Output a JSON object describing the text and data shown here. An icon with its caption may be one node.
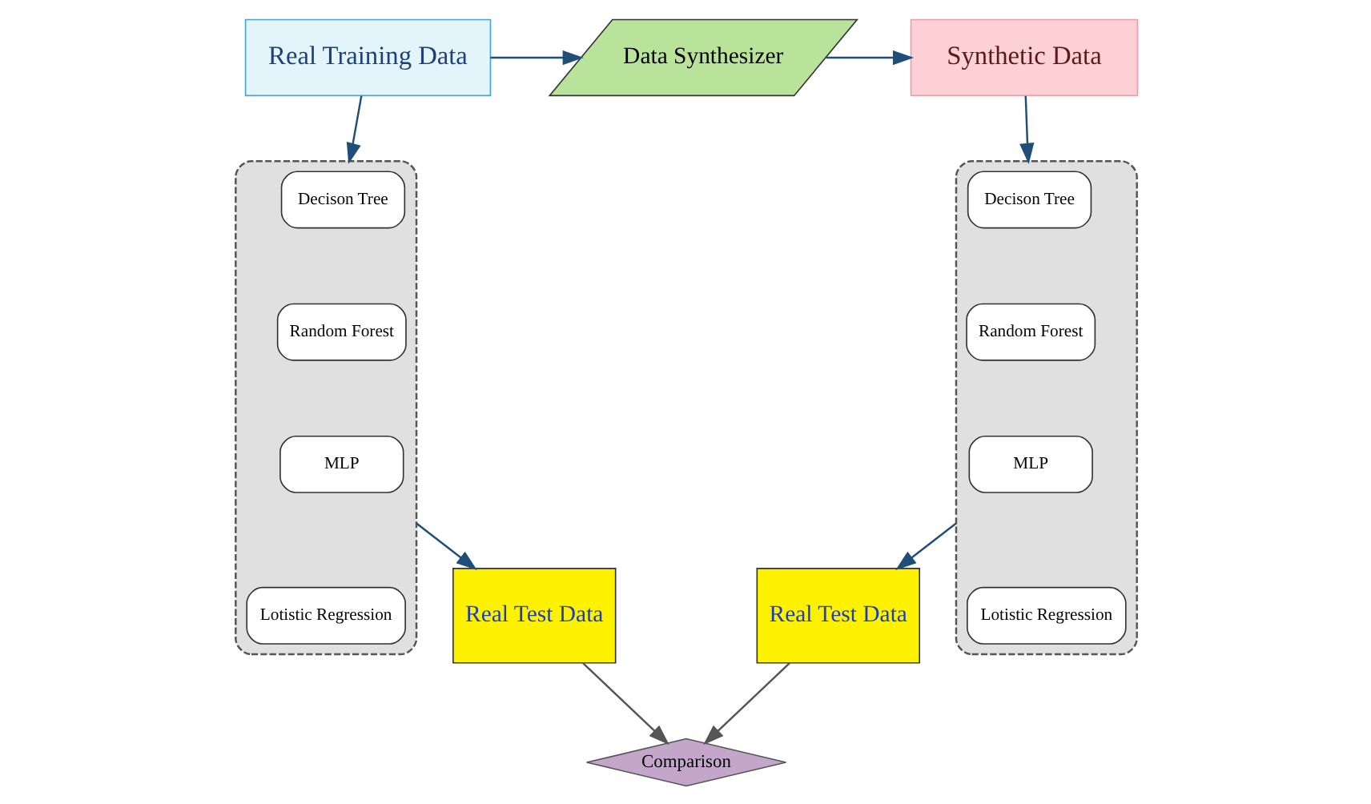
{
  "diagram": {
    "nodes": [
      {
        "text": [
          "Real Training Data"
        ]
      },
      {
        "text": [
          "Data Synthesizer"
        ]
      },
      {
        "text": [
          "Synthetic Data"
        ]
      },
      {
        "text": [],
        "shape": "box"
      },
      {
        "text": [
          "Decison Tree"
        ],
        "in": 3
      },
      {
        "text": [
          "Random Forest"
        ],
        "in": 3
      },
      {
        "text": [
          "MLP"
        ],
        "in": 3
      },
      {
        "text": [
          "Lotistic Regression"
        ],
        "in": 3
      },
      {
        "text": [
          "Real Test Data"
        ]
      },
      {
        "text": [
          "Real Test Data"
        ]
      },
      {
        "text": [],
        "shape": "box"
      },
      {
        "text": [
          "Decison Tree"
        ],
        "in": 10
      },
      {
        "text": [
          "Random Forest"
        ],
        "in": 10
      },
      {
        "text": [
          "MLP"
        ],
        "in": 10
      },
      {
        "text": [
          "Lotistic Regression"
        ],
        "in": 10
      },
      {
        "text": [
          "Comparison"
        ]
      }
    ],
    "edges": [
      {
        "from": 0,
        "to": 1,
        "arrow": "to"
      },
      {
        "from": 1,
        "to": 2,
        "arrow": "to"
      },
      {
        "from": 0,
        "to": 3,
        "arrow": "to"
      },
      {
        "from": 2,
        "to": 10,
        "arrow": "to"
      },
      {
        "from": 3,
        "to": 8,
        "arrow": "to"
      },
      {
        "from": 10,
        "to": 9,
        "arrow": "to"
      },
      {
        "from": 8,
        "to": 15,
        "arrow": "to",
        "color": "#555555"
      },
      {
        "from": 9,
        "to": 15,
        "arrow": "to",
        "color": "#555555"
      }
    ]
  }
}
